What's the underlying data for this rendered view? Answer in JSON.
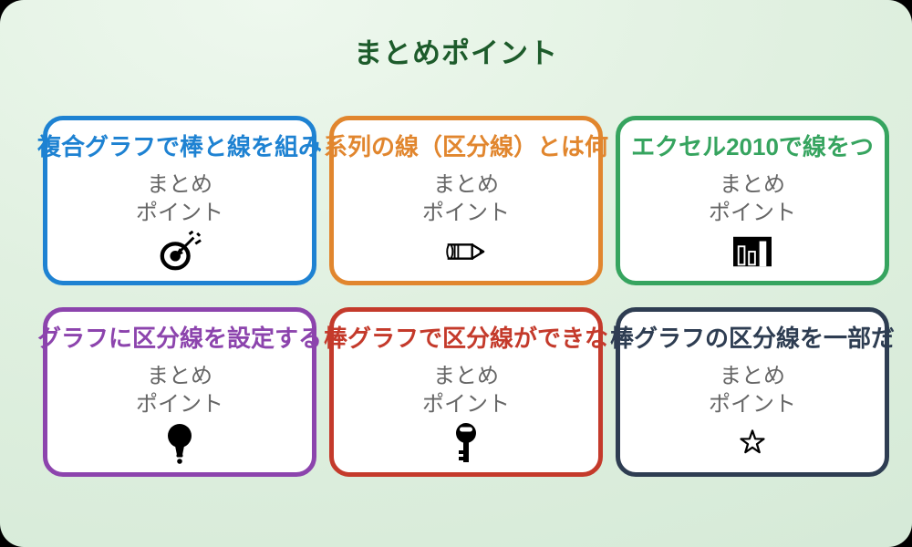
{
  "page": {
    "title": "まとめポイント",
    "title_color": "#1d5b2b",
    "background_color": "#ddeedd"
  },
  "card_body": {
    "line1": "まとめ",
    "line2": "ポイント",
    "text_color": "#666666"
  },
  "cards": [
    {
      "title": "複合グラフで棒と線を組み",
      "color": "#1e82d2",
      "icon": "target-icon"
    },
    {
      "title": "系列の線（区分線）とは何",
      "color": "#e1862e",
      "icon": "pencil-icon"
    },
    {
      "title": "エクセル2010で線をつ",
      "color": "#36a45f",
      "icon": "bar-chart-icon"
    },
    {
      "title": "グラフに区分線を設定する",
      "color": "#8c44ad",
      "icon": "lightbulb-icon"
    },
    {
      "title": "棒グラフで区分線ができな",
      "color": "#c43a2b",
      "icon": "key-icon"
    },
    {
      "title": "棒グラフの区分線を一部だ",
      "color": "#2e3d52",
      "icon": "star-icon"
    }
  ]
}
